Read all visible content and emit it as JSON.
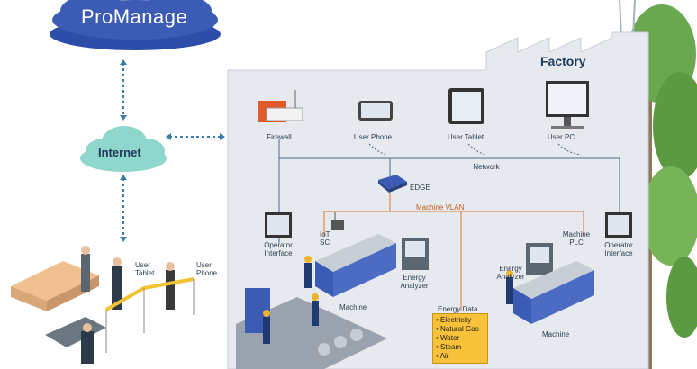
{
  "brand": {
    "logo_text": "ProManage"
  },
  "internet": {
    "label": "Internet"
  },
  "factory": {
    "title": "Factory"
  },
  "network": {
    "firewall": "Firewall",
    "user_phone": "User Phone",
    "user_tablet": "User Tablet",
    "user_pc": "User PC",
    "network": "Network",
    "edge": "EDGE",
    "machine_vlan": "Machine VLAN"
  },
  "floor": {
    "operator_interface_left": [
      "Operator",
      "Interface"
    ],
    "operator_interface_right": [
      "Operator",
      "Interface"
    ],
    "iot_sc": [
      "IoT",
      "SC"
    ],
    "machine_plc": [
      "Machine",
      "PLC"
    ],
    "energy_analyzer_left": [
      "Energy",
      "Analyzer"
    ],
    "energy_analyzer_right": [
      "Energy",
      "Analyzer"
    ],
    "machine_left": "Machine",
    "machine_right": "Machine"
  },
  "energy_data": {
    "title": "Energy Data",
    "items": [
      "Electricity",
      "Natural Gas",
      "Water",
      "Steam",
      "Air"
    ]
  },
  "lobby": {
    "user_tablet": [
      "User",
      "Tablet"
    ],
    "user_phone": [
      "User",
      "Phone"
    ]
  },
  "colors": {
    "cloud_logo": "#3b5bb5",
    "cloud_internet": "#8fd6cc",
    "factory_bg": "#e6e9ed",
    "vlan": "#e07b2a",
    "network_line": "#4a6a8a",
    "energy_box": "#f7c23a"
  }
}
